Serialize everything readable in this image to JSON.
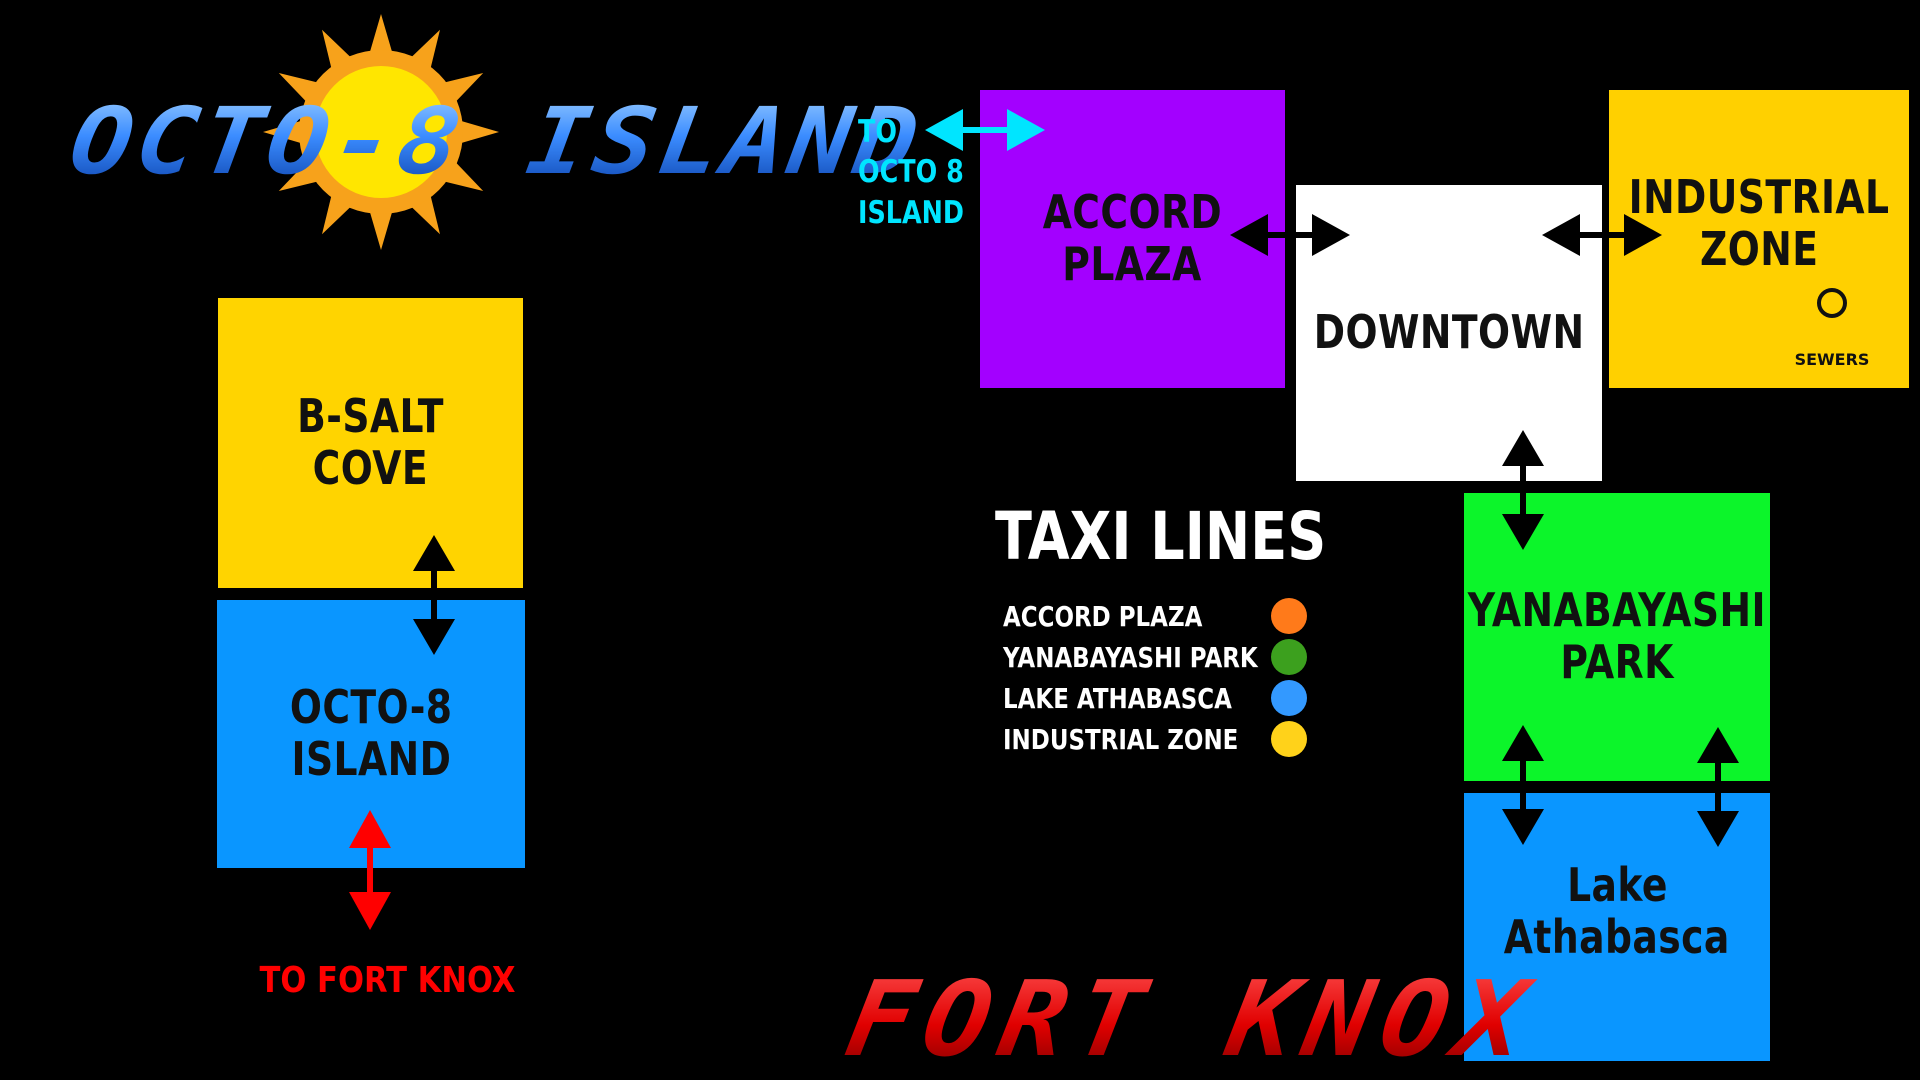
{
  "logo": {
    "title": "OCTO-8 ISLAND",
    "icon": "sun-icon"
  },
  "zones": {
    "b_salt_cove": {
      "line1": "B-SALT",
      "line2": "COVE",
      "color": "#FFD400"
    },
    "octo8_island": {
      "line1": "OCTO-8",
      "line2": "ISLAND",
      "color": "#0A96FF"
    },
    "accord_plaza": {
      "line1": "ACCORD",
      "line2": "PLAZA",
      "color": "#A300FF"
    },
    "downtown": {
      "line1": "DOWNTOWN",
      "color": "#FFFFFF"
    },
    "industrial_zone": {
      "line1": "INDUSTRIAL",
      "line2": "ZONE",
      "color": "#FFD000",
      "sewers_label": "SEWERS",
      "sewers_icon": "manhole-circle-icon"
    },
    "yanabayashi_park": {
      "line1": "YANABAYASHI",
      "line2": "PARK",
      "color": "#0CF52A"
    },
    "lake_athabasca": {
      "line1": "Lake",
      "line2": "Athabasca",
      "color": "#0A96FF"
    }
  },
  "exits": {
    "to_octo8": {
      "line1": "TO",
      "line2": "OCTO 8",
      "line3": "ISLAND",
      "color": "#00E5FF"
    },
    "to_fort_knox": {
      "label": "TO FORT KNOX",
      "color": "#FF0000"
    }
  },
  "fort_knox_title": "FORT KNOX",
  "taxi": {
    "title": "TAXI LINES",
    "lines": [
      {
        "label": "ACCORD PLAZA",
        "color": "#FF7A1A"
      },
      {
        "label": "YANABAYASHI PARK",
        "color": "#3CA01E"
      },
      {
        "label": "LAKE ATHABASCA",
        "color": "#3399FF"
      },
      {
        "label": "INDUSTRIAL ZONE",
        "color": "#FFD21A"
      }
    ]
  }
}
